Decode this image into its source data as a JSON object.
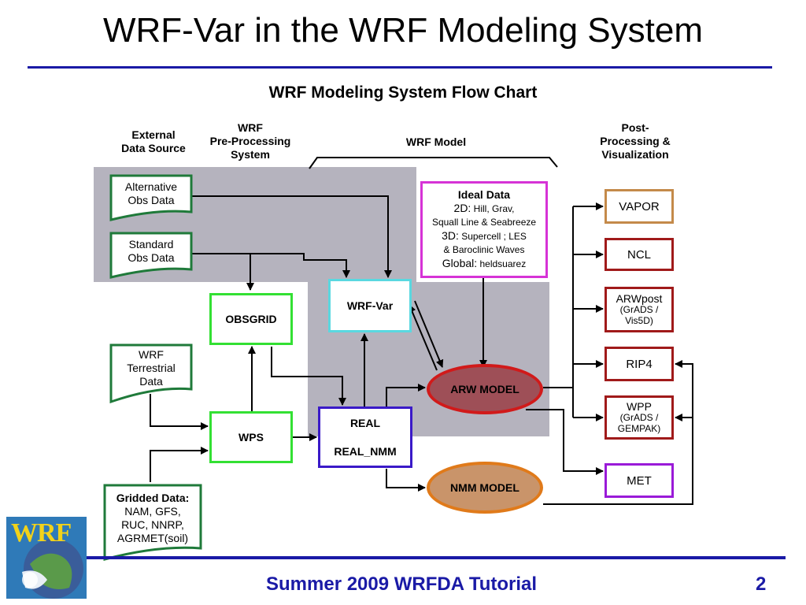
{
  "slide": {
    "title": "WRF-Var in the WRF Modeling System",
    "footer": "Summer 2009 WRFDA Tutorial",
    "page_number": "2"
  },
  "logo": {
    "text": "WRF"
  },
  "chart": {
    "title": "WRF Modeling System Flow Chart",
    "headers": {
      "external": "External\nData Source",
      "preproc": "WRF\nPre-Processing\nSystem",
      "model": "WRF Model",
      "postproc": "Post-\nProcessing &\nVisualization"
    },
    "nodes": {
      "alt_obs": "Alternative\nObs Data",
      "std_obs": "Standard\nObs Data",
      "terrestrial": "WRF\nTerrestrial\nData",
      "gridded_title": "Gridded Data:",
      "gridded_body": "NAM, GFS,\nRUC, NNRP,\nAGRMET(soil)",
      "obsgrid": "OBSGRID",
      "wps": "WPS",
      "real": "REAL",
      "real_nmm": "REAL_NMM",
      "wrfvar": "WRF-Var",
      "arw": "ARW MODEL",
      "nmm": "NMM MODEL",
      "ideal_title": "Ideal Data",
      "ideal_2d_key": "2D:",
      "ideal_2d_val": "Hill, Grav,",
      "ideal_2d_val2": "Squall Line & Seabreeze",
      "ideal_3d_key": "3D:",
      "ideal_3d_val": "Supercell ; LES",
      "ideal_3d_val2": "& Baroclinic Waves",
      "ideal_global_key": "Global:",
      "ideal_global_val": "heldsuarez",
      "vapor": "VAPOR",
      "ncl": "NCL",
      "arwpost": "ARWpost",
      "arwpost_sub": "(GrADS /\nVis5D)",
      "rip4": "RIP4",
      "wpp": "WPP",
      "wpp_sub": "(GrADS /\nGEMPAK)",
      "met": "MET"
    },
    "colors": {
      "green_doc": "#1f7a3a",
      "bright_green": "#33e033",
      "cyan": "#5ad8e0",
      "magenta": "#d633d6",
      "indigo": "#3a1ac8",
      "arw_fill": "#9e4f57",
      "arw_border": "#d11a1a",
      "nmm_fill": "#c9946a",
      "nmm_border": "#e07a1a",
      "tan_border": "#c48a4a",
      "dark_red": "#a01a1a",
      "purple": "#9a1ad8",
      "accent_blue": "#1a1aa6",
      "shade": "#b5b3be"
    }
  }
}
